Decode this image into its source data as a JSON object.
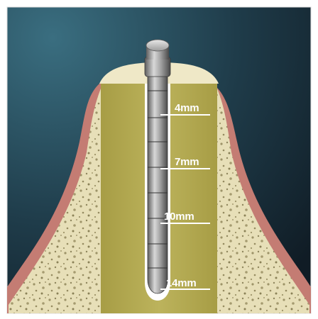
{
  "illustration": {
    "colors": {
      "background_dark": "#0f1a22",
      "background_teal": "#2b5a6a",
      "gum": "#c97f75",
      "bone": "#e9e2bd",
      "socket_fill": "#b6ac53",
      "instrument_metal": "#9a9a9a",
      "marker_text": "#ffffff"
    },
    "depth_markers": [
      {
        "label": "4mm"
      },
      {
        "label": "7mm"
      },
      {
        "label": "10mm"
      },
      {
        "label": "14mm"
      }
    ]
  }
}
